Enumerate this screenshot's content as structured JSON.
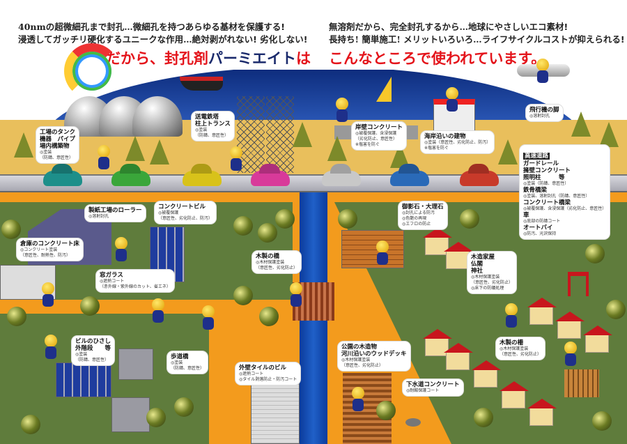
{
  "header": {
    "left_line1_plain": "40nmの超微細孔まで封孔…",
    "left_line1_bold": "微細孔を持つあらゆる基材を保護する!",
    "left_line2_plain": "浸透してガッチリ硬化するユニークな作用…",
    "left_line2_bold": "絶対剥がれない! 劣化しない!",
    "right_line1_plain": "無溶剤だから、完全封孔するから…",
    "right_line1_bold": "地球にやさしいエコ素材!",
    "right_line2_plain": "長持ち! 簡単施工! メリットいろいろ…",
    "right_line2_bold": "ライフサイクルコストが抑えられる!",
    "slogan_left_a": "だから、",
    "slogan_left_b": "封孔剤",
    "slogan_left_c": "パーミエイト",
    "slogan_left_d": "は",
    "slogan_right": "こんなところで使われています。"
  },
  "colors": {
    "red": "#e4141b",
    "navy": "#1a2a6c",
    "orange": "#f39b1d",
    "green": "#5f7c3c",
    "sand": "#e9bf5c"
  },
  "callouts": [
    {
      "name": "factory-tank",
      "lines": [
        {
          "b": true,
          "t": "工場のタンク"
        },
        {
          "b": true,
          "t": "機器　パイプ"
        },
        {
          "b": true,
          "t": "場内構築物"
        },
        {
          "b": false,
          "t": "◎塗装"
        },
        {
          "b": false,
          "t": "（防錆、意匠性）"
        }
      ]
    },
    {
      "name": "power-tower",
      "lines": [
        {
          "b": true,
          "t": "送電鉄塔"
        },
        {
          "b": true,
          "t": "柱上トランス"
        },
        {
          "b": false,
          "t": "◎塗装"
        },
        {
          "b": false,
          "t": "（防錆、意匠性）"
        }
      ]
    },
    {
      "name": "quay-concrete",
      "lines": [
        {
          "b": true,
          "t": "岸壁コンクリート"
        },
        {
          "b": false,
          "t": "◎被覆保護、含浸保護"
        },
        {
          "b": false,
          "t": "（劣化防止、意匠性）"
        },
        {
          "b": false,
          "t": "※塩害を防ぐ"
        }
      ]
    },
    {
      "name": "coastal-building",
      "lines": [
        {
          "b": true,
          "t": "海岸沿いの建物"
        },
        {
          "b": false,
          "t": "◎塗装（意匠性、劣化防止、防汚）"
        },
        {
          "b": false,
          "t": "※塩害を防ぐ"
        }
      ]
    },
    {
      "name": "airplane-leg",
      "lines": [
        {
          "b": true,
          "t": "飛行機の脚"
        },
        {
          "b": false,
          "t": "◎溶射封孔"
        }
      ]
    },
    {
      "name": "highway",
      "tag": "高速道路",
      "lines": [
        {
          "b": true,
          "t": "ガードレール"
        },
        {
          "b": true,
          "t": "擁壁コンクリート"
        },
        {
          "b": true,
          "t": "照明柱　　　等"
        },
        {
          "b": false,
          "t": "◎塗装（防錆、意匠性）"
        },
        {
          "b": true,
          "t": "鉄骨橋梁"
        },
        {
          "b": false,
          "t": "◎塗装、溶射封孔（防錆、意匠性）"
        },
        {
          "b": true,
          "t": "コンクリート橋梁"
        },
        {
          "b": false,
          "t": "◎被覆保護、含浸保護（劣化防止、意匠性）"
        },
        {
          "b": true,
          "t": "車"
        },
        {
          "b": false,
          "t": "◎底部の防錆コート"
        },
        {
          "b": true,
          "t": "オートバイ"
        },
        {
          "b": false,
          "t": "◎防汚、光沢保持"
        }
      ]
    },
    {
      "name": "paper-mill-roller",
      "lines": [
        {
          "b": true,
          "t": "製紙工場のローラー"
        },
        {
          "b": false,
          "t": "◎溶射封孔"
        }
      ]
    },
    {
      "name": "concrete-building",
      "lines": [
        {
          "b": true,
          "t": "コンクリートビル"
        },
        {
          "b": false,
          "t": "◎被覆保護"
        },
        {
          "b": false,
          "t": "（意匠性、劣化防止、防汚）"
        }
      ]
    },
    {
      "name": "warehouse-floor",
      "lines": [
        {
          "b": true,
          "t": "倉庫のコンクリート床"
        },
        {
          "b": false,
          "t": "◎コンクリート塗装"
        },
        {
          "b": false,
          "t": "（意匠性、耐熱性、防汚）"
        }
      ]
    },
    {
      "name": "window-glass",
      "lines": [
        {
          "b": true,
          "t": "窓ガラス"
        },
        {
          "b": false,
          "t": "◎遮熱コート"
        },
        {
          "b": false,
          "t": "（赤外線・紫外線のカット、省エネ）"
        }
      ]
    },
    {
      "name": "building-eaves",
      "lines": [
        {
          "b": true,
          "t": "ビルのひさし"
        },
        {
          "b": true,
          "t": "外階段　　等"
        },
        {
          "b": false,
          "t": "◎塗装"
        },
        {
          "b": false,
          "t": "（防錆、意匠性）"
        }
      ]
    },
    {
      "name": "pedestrian-bridge",
      "lines": [
        {
          "b": true,
          "t": "歩道橋"
        },
        {
          "b": false,
          "t": "◎塗装"
        },
        {
          "b": false,
          "t": "（防錆、意匠性）"
        }
      ]
    },
    {
      "name": "wooden-bridge",
      "lines": [
        {
          "b": true,
          "t": "木製の橋"
        },
        {
          "b": false,
          "t": "◎木材保護塗装"
        },
        {
          "b": false,
          "t": "（意匠性、劣化防止）"
        }
      ]
    },
    {
      "name": "tile-building",
      "lines": [
        {
          "b": true,
          "t": "外壁タイルのビル"
        },
        {
          "b": false,
          "t": "◎遮熱コート"
        },
        {
          "b": false,
          "t": "◎タイル剥落防止・防汚コート"
        }
      ]
    },
    {
      "name": "granite-marble",
      "lines": [
        {
          "b": true,
          "t": "御影石・大理石"
        },
        {
          "b": false,
          "t": "◎封孔による防汚"
        },
        {
          "b": false,
          "t": "◎色艶の再現"
        },
        {
          "b": false,
          "t": "◎エフロの防止"
        }
      ]
    },
    {
      "name": "wooden-house",
      "lines": [
        {
          "b": true,
          "t": "木造家屋"
        },
        {
          "b": true,
          "t": "仏閣"
        },
        {
          "b": true,
          "t": "神社"
        },
        {
          "b": false,
          "t": "◎木材保護塗装"
        },
        {
          "b": false,
          "t": "（意匠性、劣化防止）"
        },
        {
          "b": false,
          "t": "◎床下の防蟻処理"
        }
      ]
    },
    {
      "name": "park-wood-deck",
      "lines": [
        {
          "b": true,
          "t": "公園の木造物"
        },
        {
          "b": true,
          "t": "河川沿いのウッドデッキ"
        },
        {
          "b": false,
          "t": "◎木材保護塗装"
        },
        {
          "b": false,
          "t": "（意匠性、劣化防止）"
        }
      ]
    },
    {
      "name": "wooden-fence",
      "lines": [
        {
          "b": true,
          "t": "木製の柵"
        },
        {
          "b": false,
          "t": "◎木材保護塗装"
        },
        {
          "b": false,
          "t": "（意匠性、劣化防止）"
        }
      ]
    },
    {
      "name": "sewer-concrete",
      "lines": [
        {
          "b": true,
          "t": "下水道コンクリート"
        },
        {
          "b": false,
          "t": "◎耐酸保護コート"
        }
      ]
    }
  ]
}
